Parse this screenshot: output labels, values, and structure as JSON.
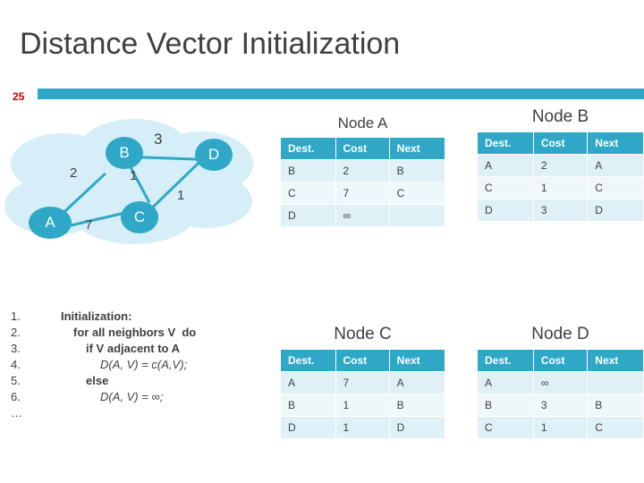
{
  "slide": {
    "title": "Distance Vector Initialization",
    "number": "25",
    "accent_color": "#2fa8c8",
    "number_color": "#c00000"
  },
  "graph": {
    "nodes": [
      {
        "id": "A",
        "label": "A"
      },
      {
        "id": "B",
        "label": "B"
      },
      {
        "id": "C",
        "label": "C"
      },
      {
        "id": "D",
        "label": "D"
      }
    ],
    "edges": [
      {
        "from": "A",
        "to": "B",
        "label": "2"
      },
      {
        "from": "B",
        "to": "D",
        "label": "3"
      },
      {
        "from": "B",
        "to": "C",
        "label": "1"
      },
      {
        "from": "C",
        "to": "D",
        "label": "1"
      },
      {
        "from": "A",
        "to": "C",
        "label": "7"
      }
    ]
  },
  "algorithm": {
    "lines": [
      {
        "num": "1.",
        "text": "Initialization:",
        "indent": 0,
        "bold": true
      },
      {
        "num": "2.",
        "text": "for all neighbors V  do",
        "indent": 1,
        "bold": true
      },
      {
        "num": "3.",
        "text": "if V adjacent to A",
        "indent": 2,
        "bold": true
      },
      {
        "num": "4.",
        "text": "D(A, V) = c(A,V);",
        "indent": 3,
        "bold": false
      },
      {
        "num": "5.",
        "text": "else",
        "indent": 2,
        "bold": true
      },
      {
        "num": "6.",
        "text": "D(A, V) = ∞;",
        "indent": 3,
        "bold": false
      },
      {
        "num": "…",
        "text": "",
        "indent": 0,
        "bold": false
      }
    ]
  },
  "tables": [
    {
      "title": "Node A",
      "headers": [
        "Dest.",
        "Cost",
        "Next"
      ],
      "rows": [
        [
          "B",
          "2",
          "B"
        ],
        [
          "C",
          "7",
          "C"
        ],
        [
          "D",
          "∞",
          ""
        ]
      ]
    },
    {
      "title": "Node B",
      "headers": [
        "Dest.",
        "Cost",
        "Next"
      ],
      "rows": [
        [
          "A",
          "2",
          "A"
        ],
        [
          "C",
          "1",
          "C"
        ],
        [
          "D",
          "3",
          "D"
        ]
      ]
    },
    {
      "title": "Node C",
      "headers": [
        "Dest.",
        "Cost",
        "Next"
      ],
      "rows": [
        [
          "A",
          "7",
          "A"
        ],
        [
          "B",
          "1",
          "B"
        ],
        [
          "D",
          "1",
          "D"
        ]
      ]
    },
    {
      "title": "Node D",
      "headers": [
        "Dest.",
        "Cost",
        "Next"
      ],
      "rows": [
        [
          "A",
          "∞",
          ""
        ],
        [
          "B",
          "3",
          "B"
        ],
        [
          "C",
          "1",
          "C"
        ]
      ]
    }
  ]
}
